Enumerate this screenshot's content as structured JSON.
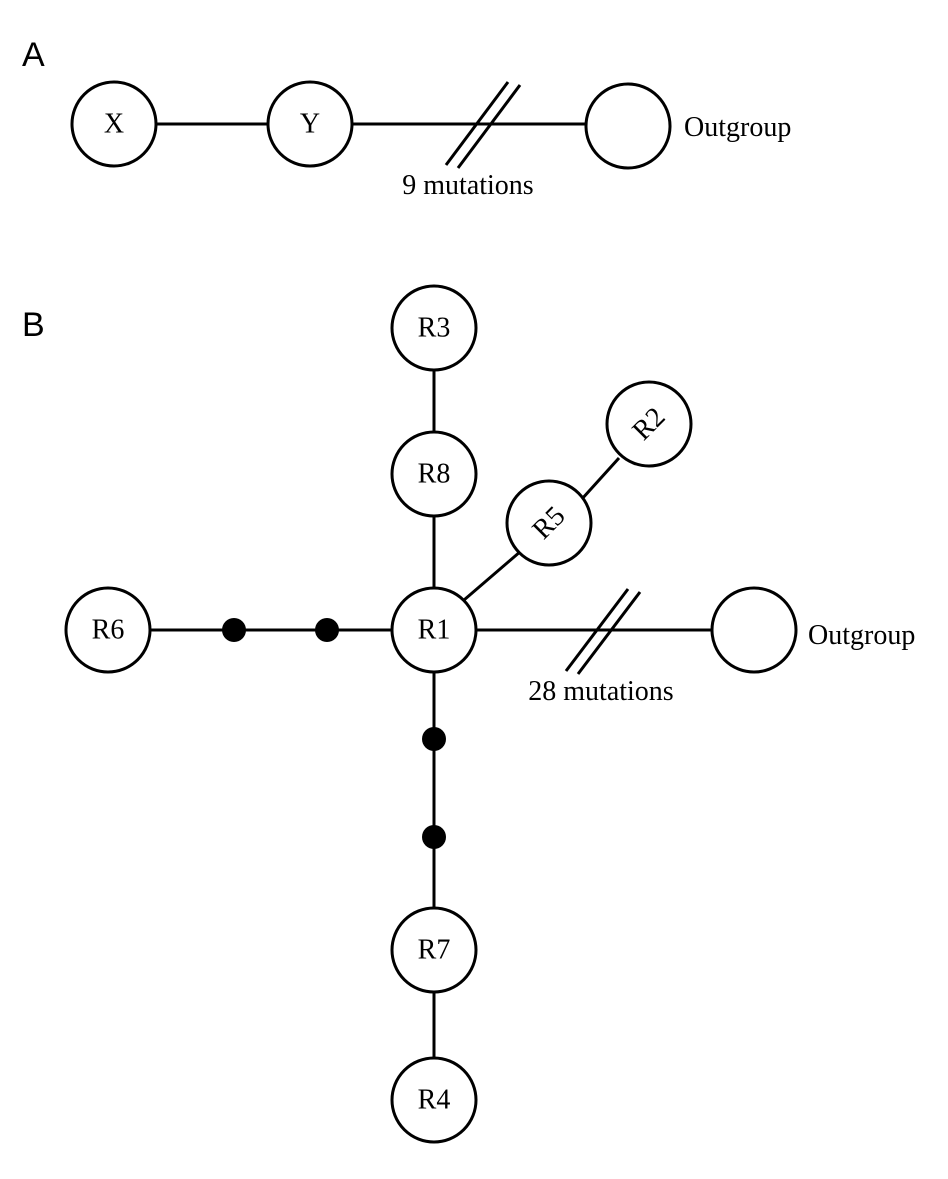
{
  "panels": {
    "a": {
      "label": "A",
      "nodes": {
        "x": "X",
        "y": "Y",
        "outgroup": ""
      },
      "outgroup_label": "Outgroup",
      "mutations_label": "9 mutations"
    },
    "b": {
      "label": "B",
      "nodes": {
        "r1": "R1",
        "r2": "R2",
        "r3": "R3",
        "r4": "R4",
        "r5": "R5",
        "r6": "R6",
        "r7": "R7",
        "r8": "R8",
        "outgroup": ""
      },
      "outgroup_label": "Outgroup",
      "mutations_label": "28 mutations"
    }
  }
}
